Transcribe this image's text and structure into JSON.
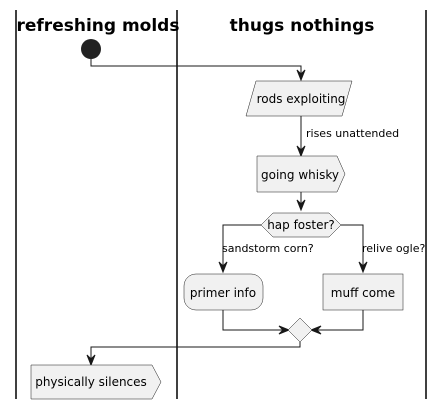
{
  "swimlanes": [
    {
      "title": "refreshing molds"
    },
    {
      "title": "thugs nothings"
    }
  ],
  "nodes": {
    "rods_exploiting": "rods exploiting",
    "going_whisky": "going whisky",
    "hap_foster": "hap foster?",
    "primer_info": "primer info",
    "muff_come": "muff come",
    "physically_silences": "physically silences"
  },
  "edges": {
    "rises_unattended": "rises unattended",
    "sandstorm_corn": "sandstorm corn?",
    "relive_ogle": "relive ogle?"
  },
  "colors": {
    "node_fill": "#f1f1f1",
    "stroke": "#181818",
    "start_node": "#222222"
  }
}
